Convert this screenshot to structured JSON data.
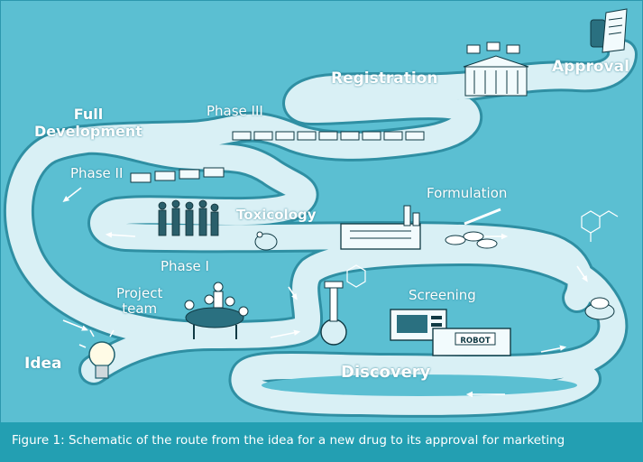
{
  "labels": {
    "approval": "Approval",
    "registration": "Registration",
    "full_development": "Full\nDevelopment",
    "phase_iii": "Phase III",
    "phase_ii": "Phase II",
    "formulation": "Formulation",
    "toxicology": "Toxicology",
    "phase_i": "Phase I",
    "project_team": "Project\nteam",
    "screening": "Screening",
    "idea": "Idea",
    "discovery": "Discovery",
    "robot": "ROBOT"
  },
  "caption": "Figure 1: Schematic of the route from the idea for a new drug to its approval for marketing",
  "colors": {
    "background": "#5bbfd2",
    "road": "#d9f0f5",
    "road_edge": "#2f8fa3",
    "caption_bar": "#239fb2",
    "label_text": "#ffffff"
  }
}
